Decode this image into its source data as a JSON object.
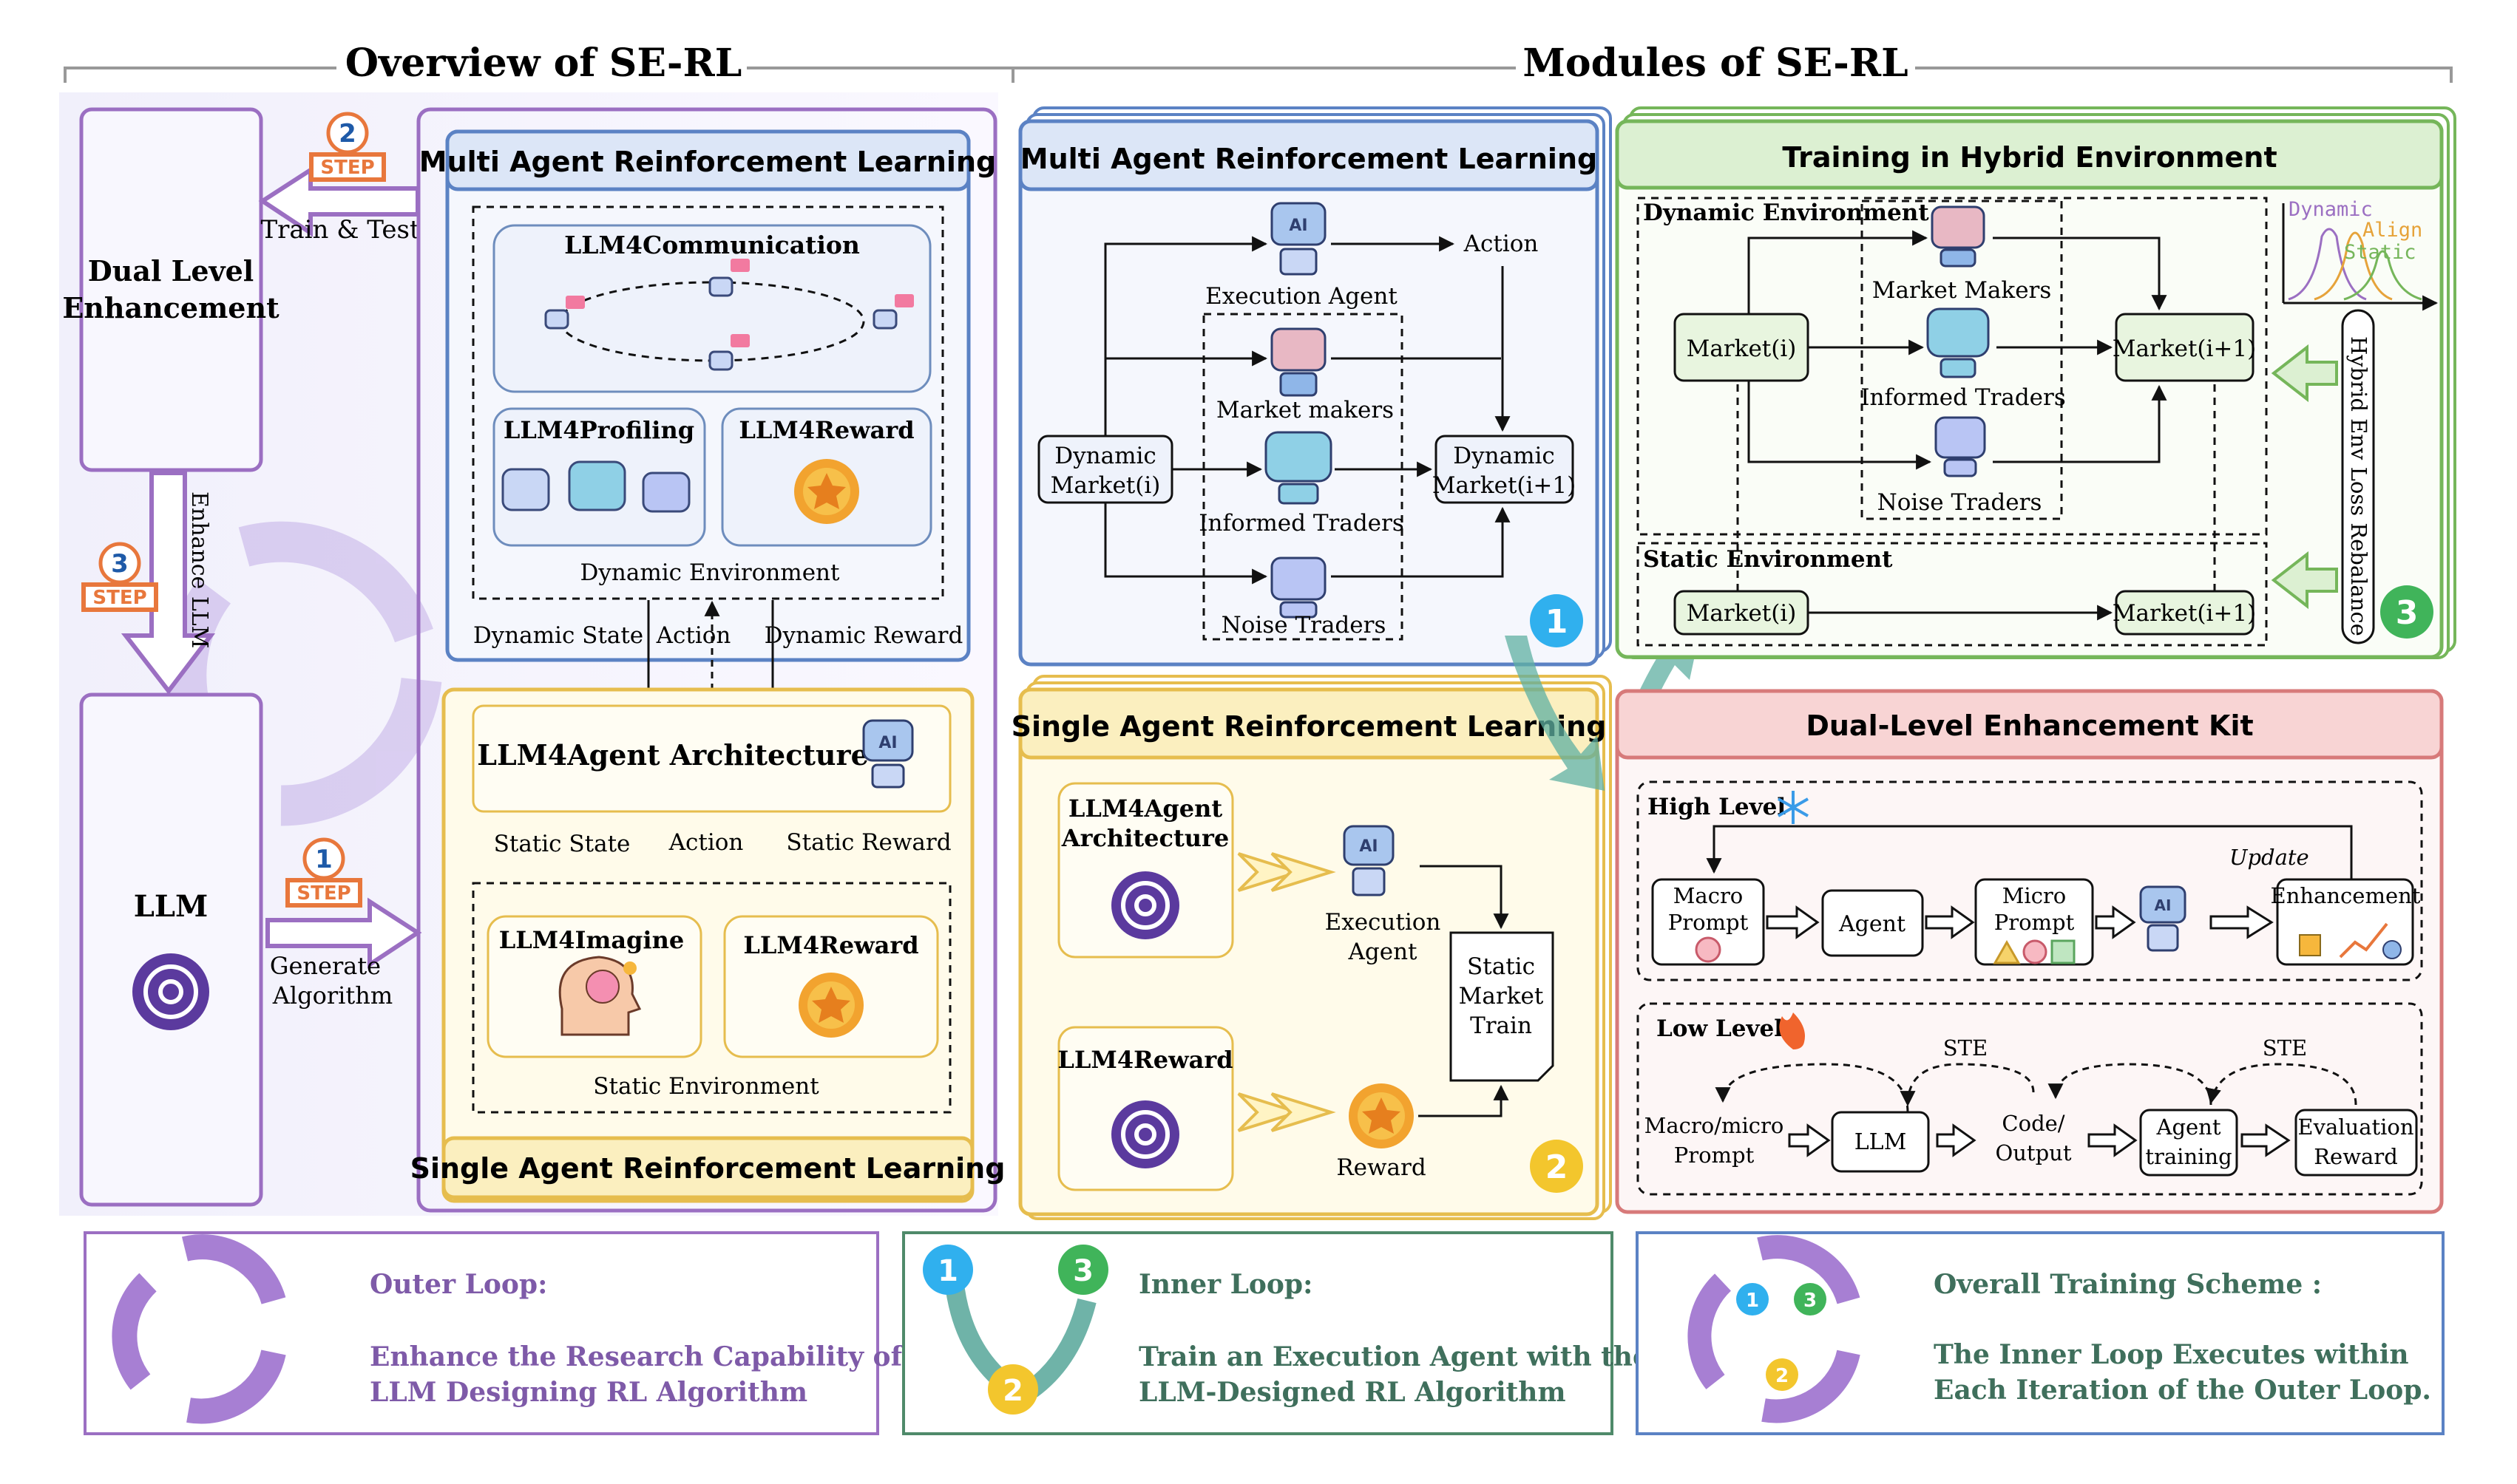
{
  "overview": {
    "title": "Overview of  SE-RL",
    "dual_level": "Dual Level Enhancement",
    "llm": "LLM",
    "step_word": "STEP",
    "step1": "1",
    "step2": "2",
    "step3": "3",
    "train_test": "Train & Test",
    "enhance_llm": "Enhance LLM",
    "generate_algorithm": [
      "Generate",
      "Algorithm"
    ],
    "marl": {
      "title": "Multi Agent Reinforcement Learning",
      "communication": "LLM4Communication",
      "profiling": "LLM4Profiling",
      "reward": "LLM4Reward",
      "env": "Dynamic Environment",
      "dyn_state": "Dynamic State",
      "action": "Action",
      "dyn_reward": "Dynamic Reward"
    },
    "sarl": {
      "title": "Single Agent Reinforcement Learning",
      "architecture": "LLM4Agent Architecture",
      "static_state": "Static State",
      "action": "Action",
      "static_reward": "Static Reward",
      "imagine": "LLM4Imagine",
      "reward": "LLM4Reward",
      "env": "Static Environment"
    }
  },
  "modules": {
    "title": "Modules of  SE-RL",
    "marl": {
      "title": "Multi Agent Reinforcement Learning",
      "execution_agent": "Execution Agent",
      "action": "Action",
      "market_makers": "Market makers",
      "informed_traders": "Informed Traders",
      "noise_traders": "Noise Traders",
      "dynamic_market_i": [
        "Dynamic",
        "Market(i)"
      ],
      "dynamic_market_i1": [
        "Dynamic",
        "Market(i+1)"
      ],
      "badge": "1"
    },
    "sarl": {
      "title": "Single Agent Reinforcement Learning",
      "architecture": [
        "LLM4Agent",
        "Architecture"
      ],
      "reward_box": "LLM4Reward",
      "execution_agent": [
        "Execution",
        "Agent"
      ],
      "reward": "Reward",
      "static_market_train": [
        "Static",
        "Market",
        "Train"
      ],
      "badge": "2"
    },
    "hybrid": {
      "title": "Training in Hybrid Environment",
      "dynamic_env": "Dynamic Environment",
      "market_i": "Market(i)",
      "market_i1": "Market(i+1)",
      "market_makers": "Market Makers",
      "informed_traders": "Informed Traders",
      "noise_traders": "Noise Traders",
      "static_env": "Static Environment",
      "loss_rebalance": "Hybrid Env Loss Rebalance",
      "legend_dynamic": "Dynamic",
      "legend_align": "Align",
      "legend_static": "Static",
      "badge": "3"
    },
    "kit": {
      "title": "Dual-Level Enhancement Kit",
      "high_level": "High Level",
      "update": "Update",
      "macro_prompt": [
        "Macro",
        "Prompt"
      ],
      "agent": "Agent",
      "micro_prompt": [
        "Micro",
        "Prompt"
      ],
      "enhancement": "Enhancement",
      "low_level": "Low Level",
      "ste": "STE",
      "macro_micro_prompt": [
        "Macro/micro",
        "Prompt"
      ],
      "llm": "LLM",
      "code_output": [
        "Code/",
        "Output"
      ],
      "agent_training": [
        "Agent",
        "training"
      ],
      "evaluation_reward": [
        "Evaluation",
        "Reward"
      ]
    }
  },
  "bottom": {
    "outer": {
      "title": "Outer Loop:",
      "lines": [
        "Enhance the Research Capability of",
        "LLM Designing RL Algorithm"
      ]
    },
    "inner": {
      "title": "Inner Loop:",
      "lines": [
        "Train an Execution Agent with the",
        "LLM-Designed RL Algorithm"
      ]
    },
    "overall": {
      "title": "Overall Training Scheme :",
      "lines": [
        "The Inner Loop Executes within",
        "Each Iteration of the Outer Loop."
      ]
    },
    "badge1": "1",
    "badge2": "2",
    "badge3": "3"
  },
  "colors": {
    "purple": "#9b6fc2",
    "blue": "#5b82c4",
    "yellow": "#e6bd4e",
    "green": "#75b65a",
    "red": "#d77a7a",
    "badge_blue": "#30b0ee",
    "badge_yellow": "#f3c62d",
    "badge_green": "#40b45a",
    "step_orange": "#e8773c"
  }
}
